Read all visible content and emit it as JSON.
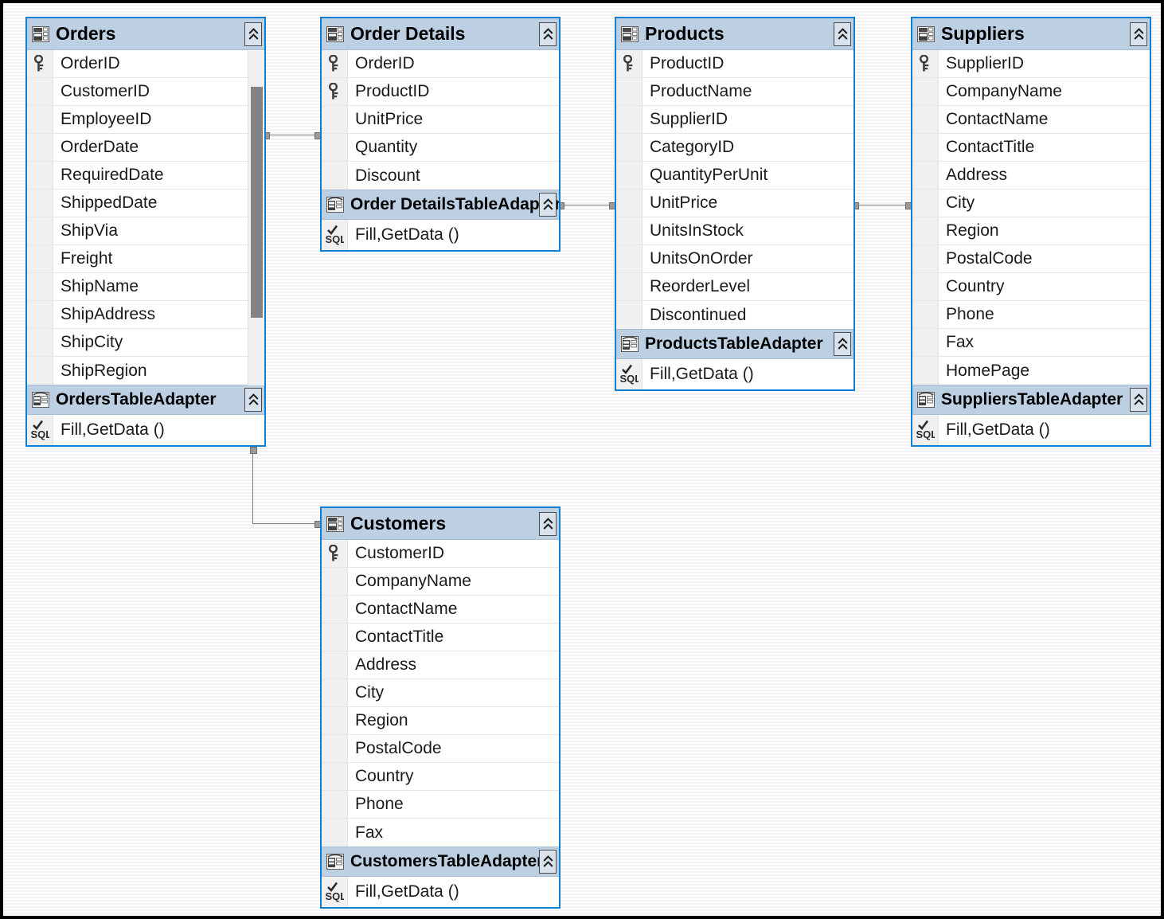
{
  "designer": {
    "name": "dataset-designer-canvas",
    "background_color": "#ffffff",
    "stripe_color": "#f1f1f7",
    "border_color": "#000000",
    "table_border_color": "#0f7fd4",
    "header_color": "#bdd0e3",
    "gutter_color": "#f0f0f0",
    "connector_color": "#808080"
  },
  "icons": {
    "table": "table-icon",
    "key": "primary-key-icon",
    "adapter": "table-adapter-icon",
    "sql": "sql-query-icon",
    "collapse": "collapse-chevron-icon"
  },
  "tables": [
    {
      "name": "Orders",
      "columns": [
        {
          "label": "OrderID",
          "key": true
        },
        {
          "label": "CustomerID",
          "key": false
        },
        {
          "label": "EmployeeID",
          "key": false
        },
        {
          "label": "OrderDate",
          "key": false
        },
        {
          "label": "RequiredDate",
          "key": false
        },
        {
          "label": "ShippedDate",
          "key": false
        },
        {
          "label": "ShipVia",
          "key": false
        },
        {
          "label": "Freight",
          "key": false
        },
        {
          "label": "ShipName",
          "key": false
        },
        {
          "label": "ShipAddress",
          "key": false
        },
        {
          "label": "ShipCity",
          "key": false
        },
        {
          "label": "ShipRegion",
          "key": false
        }
      ],
      "adapter": "OrdersTableAdapter",
      "query": "Fill,GetData ()",
      "scrollbar": true
    },
    {
      "name": "Order Details",
      "columns": [
        {
          "label": "OrderID",
          "key": true
        },
        {
          "label": "ProductID",
          "key": true
        },
        {
          "label": "UnitPrice",
          "key": false
        },
        {
          "label": "Quantity",
          "key": false
        },
        {
          "label": "Discount",
          "key": false
        }
      ],
      "adapter": "Order DetailsTableAdapter",
      "query": "Fill,GetData ()",
      "scrollbar": false
    },
    {
      "name": "Products",
      "columns": [
        {
          "label": "ProductID",
          "key": true
        },
        {
          "label": "ProductName",
          "key": false
        },
        {
          "label": "SupplierID",
          "key": false
        },
        {
          "label": "CategoryID",
          "key": false
        },
        {
          "label": "QuantityPerUnit",
          "key": false
        },
        {
          "label": "UnitPrice",
          "key": false
        },
        {
          "label": "UnitsInStock",
          "key": false
        },
        {
          "label": "UnitsOnOrder",
          "key": false
        },
        {
          "label": "ReorderLevel",
          "key": false
        },
        {
          "label": "Discontinued",
          "key": false
        }
      ],
      "adapter": "ProductsTableAdapter",
      "query": "Fill,GetData ()",
      "scrollbar": false
    },
    {
      "name": "Suppliers",
      "columns": [
        {
          "label": "SupplierID",
          "key": true
        },
        {
          "label": "CompanyName",
          "key": false
        },
        {
          "label": "ContactName",
          "key": false
        },
        {
          "label": "ContactTitle",
          "key": false
        },
        {
          "label": "Address",
          "key": false
        },
        {
          "label": "City",
          "key": false
        },
        {
          "label": "Region",
          "key": false
        },
        {
          "label": "PostalCode",
          "key": false
        },
        {
          "label": "Country",
          "key": false
        },
        {
          "label": "Phone",
          "key": false
        },
        {
          "label": "Fax",
          "key": false
        },
        {
          "label": "HomePage",
          "key": false
        }
      ],
      "adapter": "SuppliersTableAdapter",
      "query": "Fill,GetData ()",
      "scrollbar": false
    },
    {
      "name": "Customers",
      "columns": [
        {
          "label": "CustomerID",
          "key": true
        },
        {
          "label": "CompanyName",
          "key": false
        },
        {
          "label": "ContactName",
          "key": false
        },
        {
          "label": "ContactTitle",
          "key": false
        },
        {
          "label": "Address",
          "key": false
        },
        {
          "label": "City",
          "key": false
        },
        {
          "label": "Region",
          "key": false
        },
        {
          "label": "PostalCode",
          "key": false
        },
        {
          "label": "Country",
          "key": false
        },
        {
          "label": "Phone",
          "key": false
        },
        {
          "label": "Fax",
          "key": false
        }
      ],
      "adapter": "CustomersTableAdapter",
      "query": "Fill,GetData ()",
      "scrollbar": false
    }
  ],
  "relations": [
    {
      "from": "Orders",
      "to": "Order Details"
    },
    {
      "from": "Order Details",
      "to": "Products"
    },
    {
      "from": "Products",
      "to": "Suppliers"
    },
    {
      "from": "Orders",
      "to": "Customers"
    }
  ]
}
